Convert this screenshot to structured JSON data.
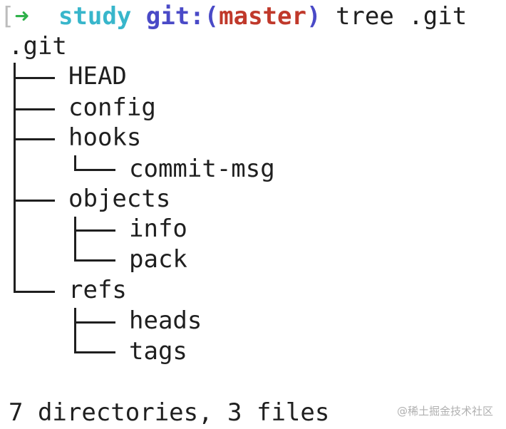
{
  "prompt": {
    "bracket": "[",
    "arrow": "➜",
    "directory": "study",
    "git_label": "git:(",
    "branch": "master",
    "git_close": ")",
    "command": "tree .git"
  },
  "tree": {
    "root": ".git",
    "entries": [
      {
        "name": "HEAD"
      },
      {
        "name": "config"
      },
      {
        "name": "hooks",
        "children": [
          "commit-msg"
        ]
      },
      {
        "name": "objects",
        "children": [
          "info",
          "pack"
        ]
      },
      {
        "name": "refs",
        "children": [
          "heads",
          "tags"
        ]
      }
    ]
  },
  "summary": "7 directories, 3 files",
  "watermark": "@稀土掘金技术社区",
  "colors": {
    "arrow": "#2fb14a",
    "directory": "#38b6cb",
    "git_label": "#4a4ac7",
    "branch": "#c0392b"
  }
}
